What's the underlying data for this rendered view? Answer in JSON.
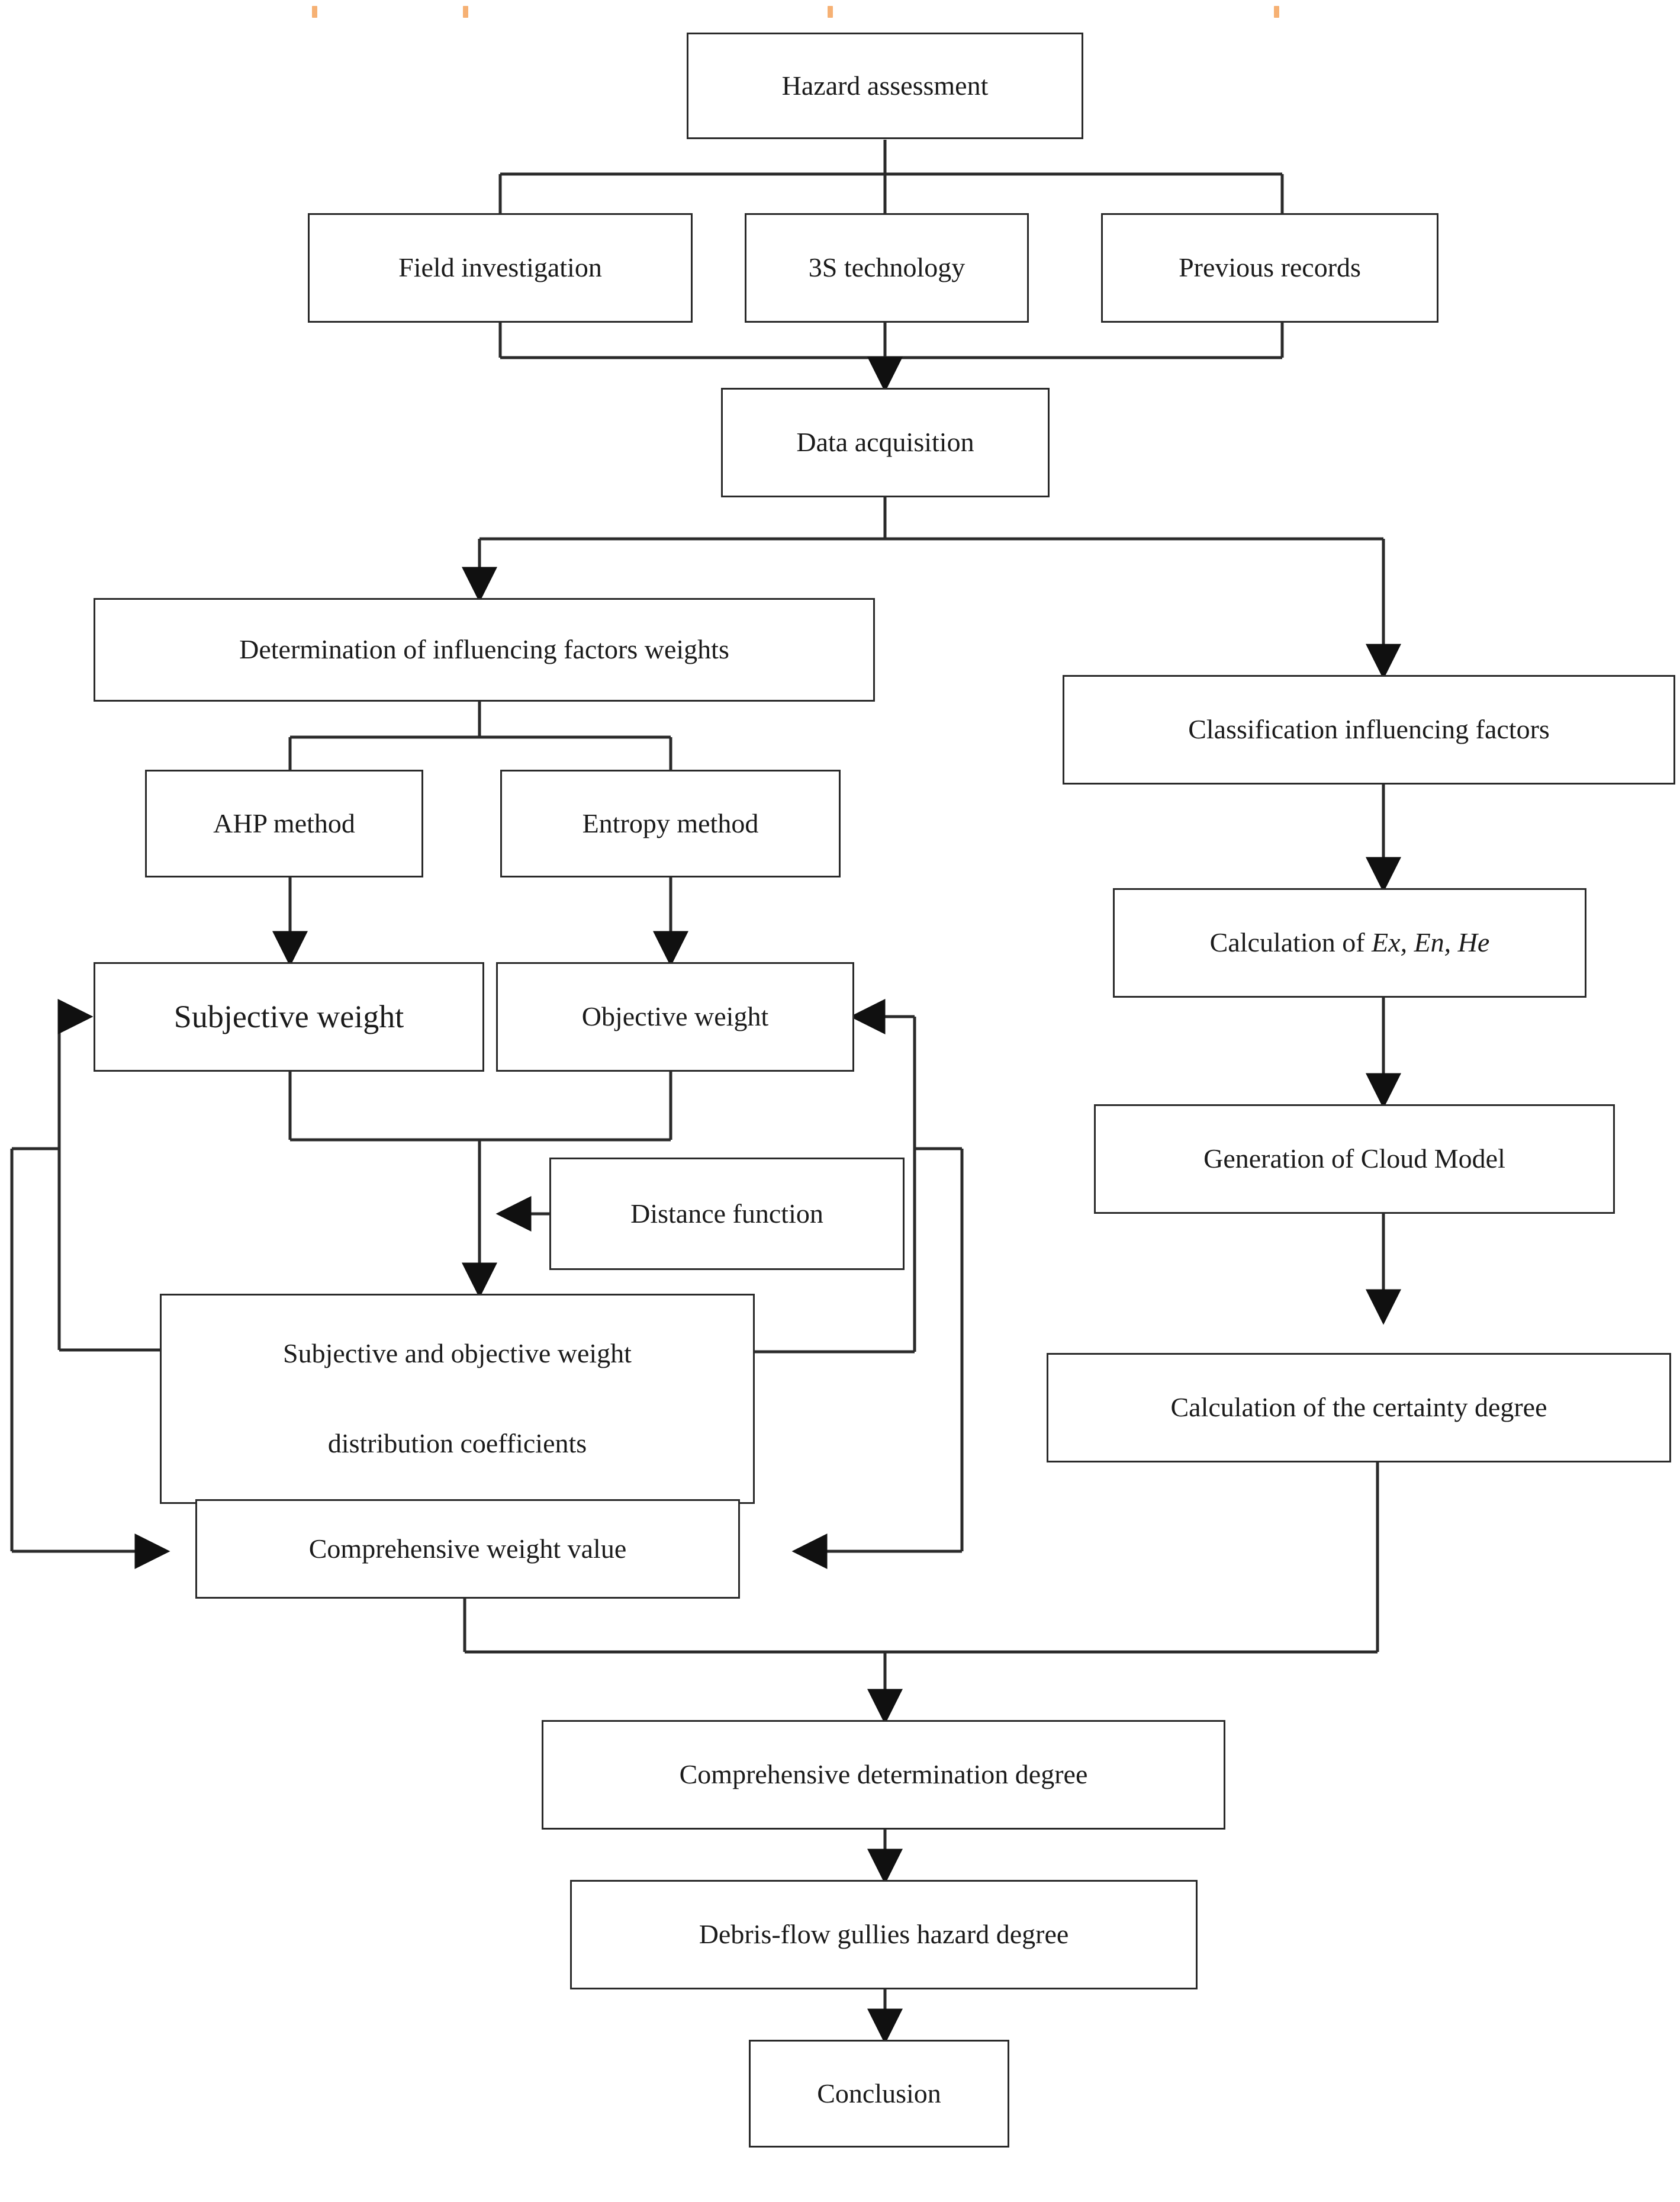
{
  "diagram": {
    "title": "Hazard assessment flowchart",
    "type": "flowchart",
    "line_color": "#2a2a2a",
    "box_fill": "#ffffff",
    "text_color": "#1b1b1b",
    "artifact_color": "#f5a35c"
  },
  "nodes": {
    "hazard_assessment": "Hazard assessment",
    "field_investigation": "Field investigation",
    "three_s_technology": "3S technology",
    "previous_records": "Previous records",
    "data_acquisition": "Data acquisition",
    "determination_weights": "Determination of influencing factors weights",
    "ahp_method": "AHP method",
    "entropy_method": "Entropy method",
    "subjective_weight": "Subjective weight",
    "objective_weight": "Objective weight",
    "distance_function": "Distance function",
    "coefficients_line1": "Subjective and objective weight",
    "coefficients_line2": "distribution coefficients",
    "comprehensive_weight_value": "Comprehensive weight value",
    "classification_factors": "Classification influencing factors",
    "calculation_exenhe_prefix": "Calculation of ",
    "calculation_exenhe_italic": "Ex, En, He",
    "generation_cloud_model": "Generation of Cloud Model",
    "calculation_certainty_degree": "Calculation of the certainty degree",
    "comprehensive_determination_degree": "Comprehensive determination degree",
    "debris_flow_hazard_degree": "Debris-flow gullies hazard degree",
    "conclusion": "Conclusion"
  },
  "edges": [
    {
      "from": "hazard_assessment",
      "to": "field_investigation"
    },
    {
      "from": "hazard_assessment",
      "to": "three_s_technology"
    },
    {
      "from": "hazard_assessment",
      "to": "previous_records"
    },
    {
      "from": "field_investigation",
      "to": "data_acquisition"
    },
    {
      "from": "three_s_technology",
      "to": "data_acquisition"
    },
    {
      "from": "previous_records",
      "to": "data_acquisition"
    },
    {
      "from": "data_acquisition",
      "to": "determination_weights"
    },
    {
      "from": "data_acquisition",
      "to": "classification_factors"
    },
    {
      "from": "determination_weights",
      "to": "ahp_method"
    },
    {
      "from": "determination_weights",
      "to": "entropy_method"
    },
    {
      "from": "ahp_method",
      "to": "subjective_weight"
    },
    {
      "from": "entropy_method",
      "to": "objective_weight"
    },
    {
      "from": "subjective_weight",
      "to": "coefficients"
    },
    {
      "from": "objective_weight",
      "to": "coefficients"
    },
    {
      "from": "distance_function",
      "to": "coefficients"
    },
    {
      "from": "coefficients",
      "to": "subjective_weight"
    },
    {
      "from": "coefficients",
      "to": "objective_weight"
    },
    {
      "from": "coefficients",
      "to": "comprehensive_weight_value"
    },
    {
      "from": "comprehensive_weight_value",
      "to": "comprehensive_determination_degree"
    },
    {
      "from": "classification_factors",
      "to": "calculation_exenhe"
    },
    {
      "from": "calculation_exenhe",
      "to": "generation_cloud_model"
    },
    {
      "from": "generation_cloud_model",
      "to": "calculation_certainty_degree"
    },
    {
      "from": "calculation_certainty_degree",
      "to": "comprehensive_determination_degree"
    },
    {
      "from": "comprehensive_determination_degree",
      "to": "debris_flow_hazard_degree"
    },
    {
      "from": "debris_flow_hazard_degree",
      "to": "conclusion"
    }
  ]
}
